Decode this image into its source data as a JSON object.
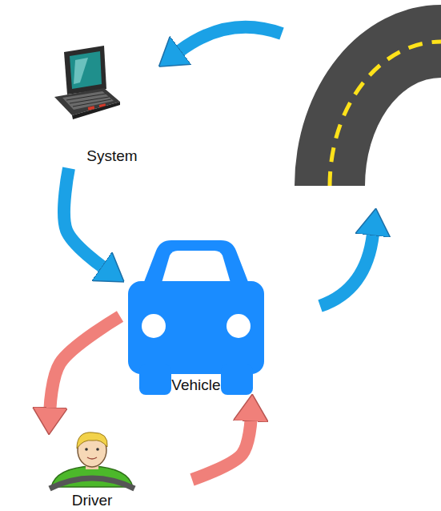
{
  "diagram": {
    "nodes": [
      {
        "text": [
          "System"
        ]
      },
      {
        "text": [
          "Vehicle"
        ]
      },
      {
        "text": [
          "Driver"
        ]
      }
    ],
    "edges": [
      {
        "from": 0,
        "to": 1,
        "arrow": "to"
      },
      {
        "from": 1,
        "to": 2,
        "arrow": "to"
      },
      {
        "from": 2,
        "to": 1,
        "arrow": "to"
      }
    ]
  }
}
